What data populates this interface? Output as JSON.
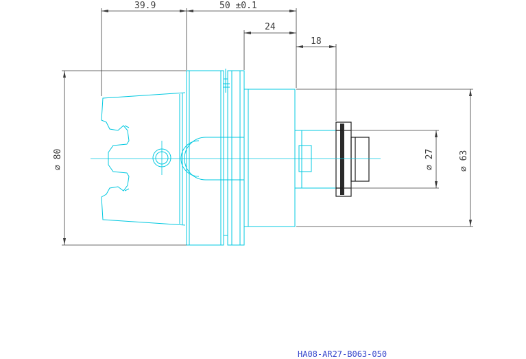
{
  "dimensions": {
    "taper_length": "39.9",
    "gauge_length": "50 ±0.1",
    "nose_length": "24",
    "collet_length": "18",
    "flange_diameter": "⌀ 80",
    "body_diameter": "⌀ 63",
    "clamp_diameter": "⌀ 27"
  },
  "part_number": "HA08-AR27-B063-050",
  "colors": {
    "part_outline": "#00c8e0",
    "dimension": "#3a3a3a",
    "title": "#3344cc",
    "tool": "#1a1a1a"
  }
}
